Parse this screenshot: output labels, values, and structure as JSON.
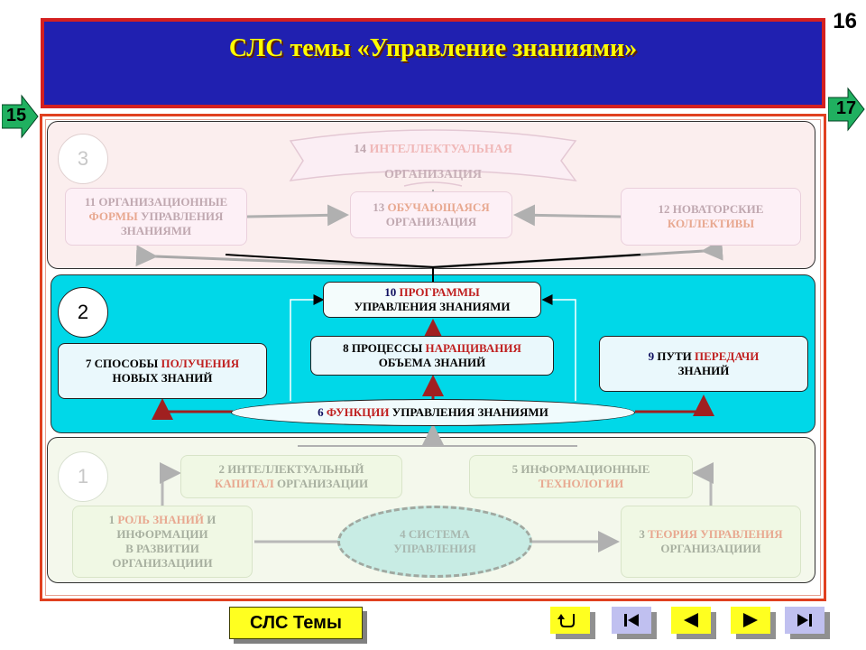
{
  "slide": {
    "title": "СЛС темы «Управление знаниями»",
    "number": "16"
  },
  "nav": {
    "prev": "15",
    "next": "17",
    "sls_button": "СЛС Темы"
  },
  "levels": {
    "l3": "3",
    "l2": "2",
    "l1": "1"
  },
  "nodes": {
    "n14": {
      "num": "14",
      "line1": "ИНТЕЛЛЕКТУАЛЬНАЯ",
      "line2": "ОРГАНИЗАЦИЯ"
    },
    "n11": {
      "num": "11",
      "a": "ОРГАНИЗАЦИОННЫЕ",
      "b": "ФОРМЫ",
      "c": "УПРАВЛЕНИЯ",
      "d": "ЗНАНИЯМИ"
    },
    "n13": {
      "num": "13",
      "a": "ОБУЧАЮЩАЯСЯ",
      "b": "ОРГАНИЗАЦИЯ"
    },
    "n12": {
      "num": "12",
      "a": "НОВАТОРСКИЕ",
      "b": "КОЛЛЕКТИВЫ"
    },
    "n10": {
      "num": "10",
      "a": "ПРОГРАММЫ",
      "b": "УПРАВЛЕНИЯ ЗНАНИЯМИ"
    },
    "n7": {
      "num": "7",
      "a": "СПОСОБЫ",
      "b": "ПОЛУЧЕНИЯ",
      "c": "НОВЫХ ЗНАНИЙ"
    },
    "n8": {
      "num": "8",
      "a": "ПРОЦЕССЫ",
      "b": "НАРАЩИВАНИЯ",
      "c": "ОБЪЕМА ЗНАНИЙ"
    },
    "n9": {
      "num": "9",
      "a": "ПУТИ",
      "b": "ПЕРЕДАЧИ",
      "c": "ЗНАНИЙ"
    },
    "n6": {
      "num": "6",
      "a": "ФУНКЦИИ",
      "b": "УПРАВЛЕНИЯ ЗНАНИЯМИ"
    },
    "n2": {
      "num": "2",
      "a": "ИНТЕЛЛЕКТУАЛЬНЫЙ",
      "b": "КАПИТАЛ",
      "c": "ОРГАНИЗАЦИИ"
    },
    "n5": {
      "num": "5",
      "a": "ИНФОРМАЦИОННЫЕ",
      "b": "ТЕХНОЛОГИИ"
    },
    "n1": {
      "num": "1",
      "a": "РОЛЬ ЗНАНИЙ",
      "b": "И",
      "c": "ИНФОРМАЦИИ",
      "d": "В РАЗВИТИИ",
      "e": "ОРГАНИЗАЦИИИ"
    },
    "n4": {
      "num": "4",
      "a": "СИСТЕМА",
      "b": "УПРАВЛЕНИЯ"
    },
    "n3": {
      "num": "3",
      "a": "ТЕОРИЯ УПРАВЛЕНИЯ",
      "b": "ОРГАНИЗАЦИИИ"
    }
  },
  "colors": {
    "title_bg": "#2020b0",
    "title_text": "#ffff00",
    "accent_red": "#c02020",
    "level2_bg": "#00d8e8"
  }
}
